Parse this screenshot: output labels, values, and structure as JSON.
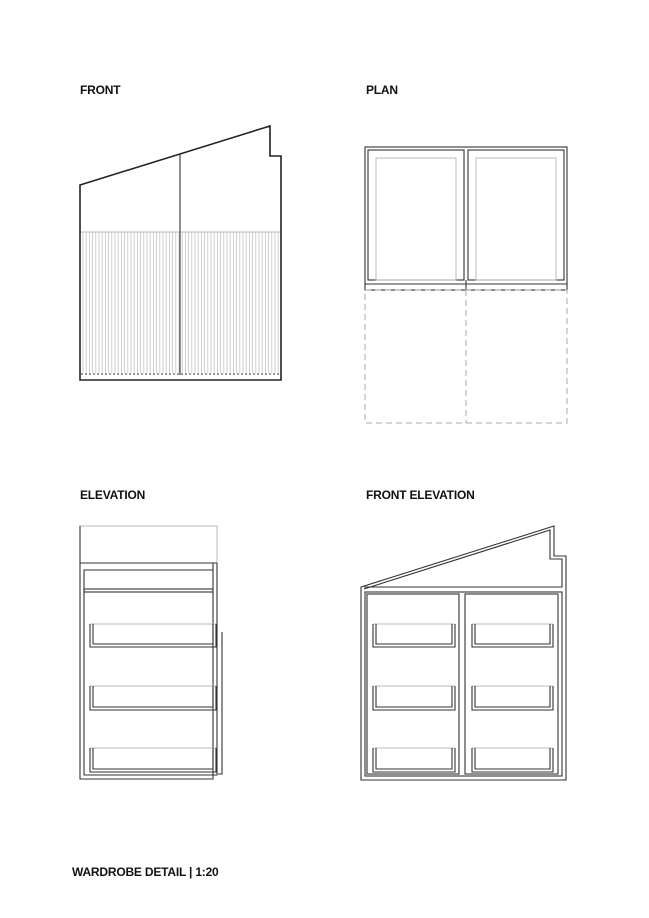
{
  "views": {
    "front": "FRONT",
    "plan": "PLAN",
    "elevation": "ELEVATION",
    "front_elevation": "FRONT ELEVATION"
  },
  "title_block": "WARDROBE DETAIL | 1:20"
}
